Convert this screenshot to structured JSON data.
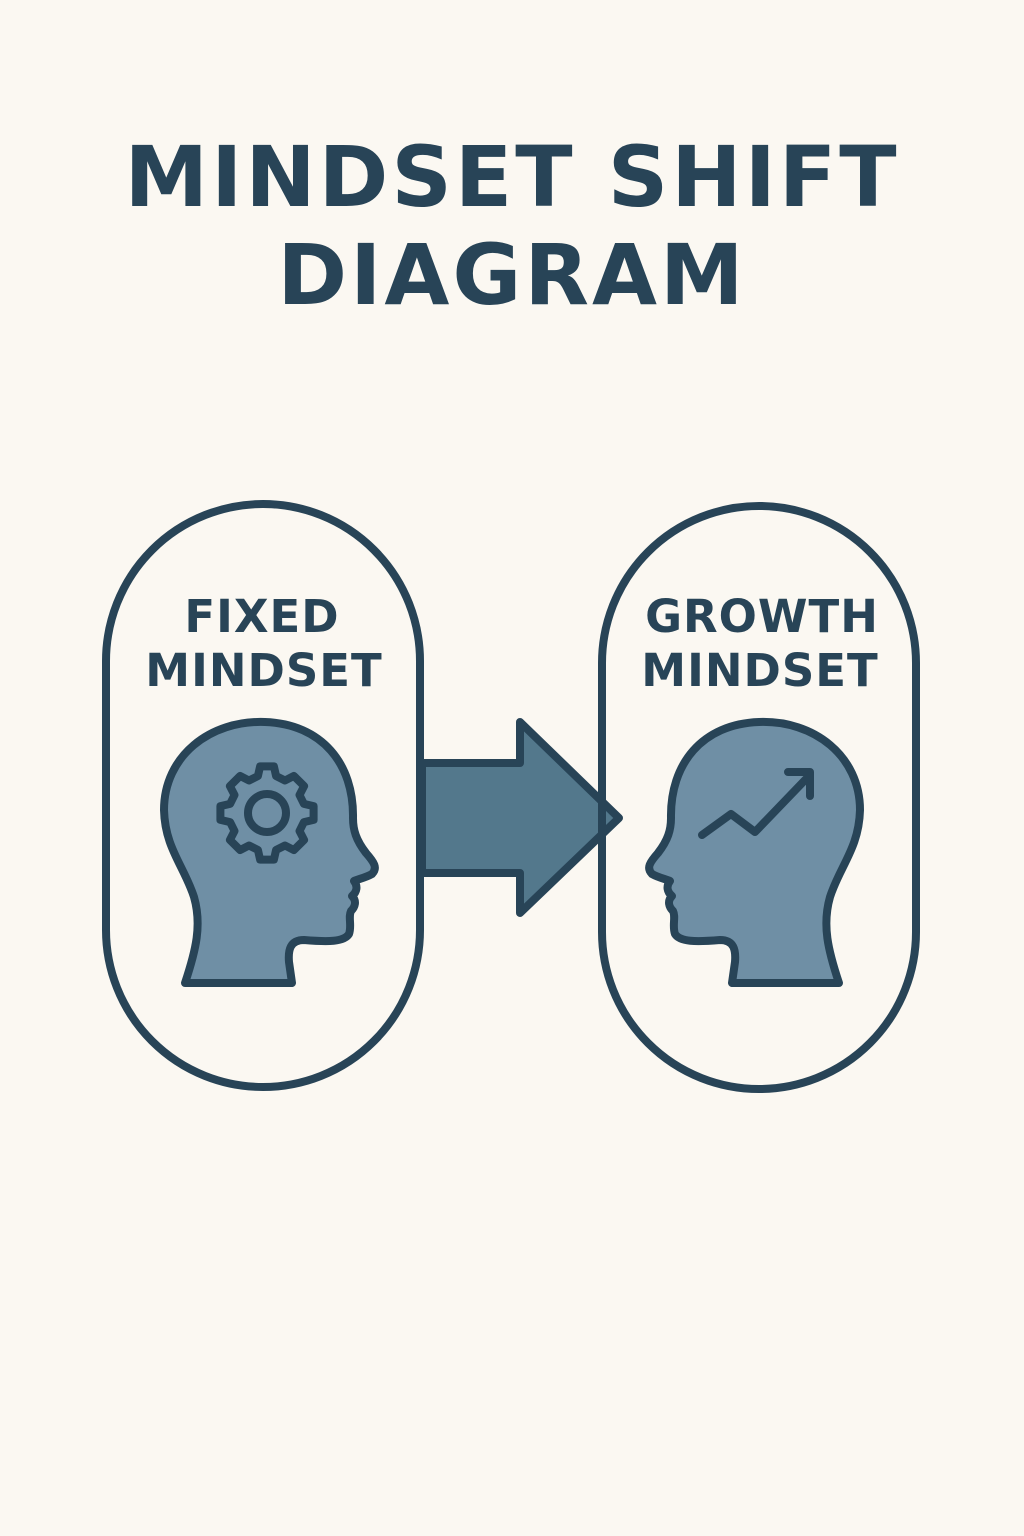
{
  "title": {
    "line1": "MINDSET SHIFT",
    "line2": "DIAGRAM"
  },
  "left_panel": {
    "label_line1": "FIXED",
    "label_line2": "MINDSET",
    "icon": "head-with-gear-icon"
  },
  "right_panel": {
    "label_line1": "GROWTH",
    "label_line2": "MINDSET",
    "icon": "head-with-trend-arrow-icon"
  },
  "connector": {
    "icon": "right-arrow-icon"
  },
  "colors": {
    "background": "#fbf8f2",
    "outline": "#284457",
    "head_fill": "#6f8fa5",
    "arrow_fill": "#53788c"
  }
}
